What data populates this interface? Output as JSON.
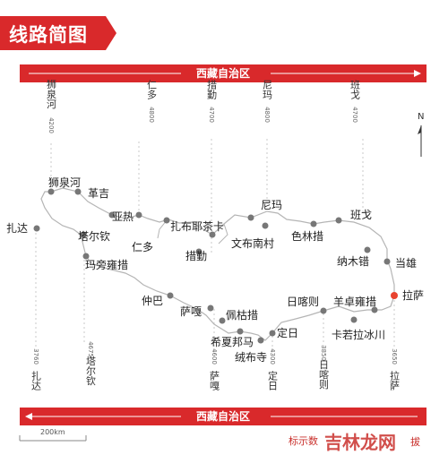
{
  "title": "线路简图",
  "region_top": "西藏自治区",
  "region_bottom": "西藏自治区",
  "scale_label": "200km",
  "compass_label": "N",
  "note_text": "标示数",
  "note_tail": "拔",
  "watermark": "吉林龙网",
  "colors": {
    "accent": "#d9292b",
    "route": "#b5b5b5",
    "dot": "#777777",
    "target": "#e8432f"
  },
  "top_columns": [
    {
      "id": "shiquanhe",
      "name": "狮泉河",
      "alt": "4200"
    },
    {
      "id": "renduo",
      "name": "仁多",
      "alt": "4800"
    },
    {
      "id": "cuoqin",
      "name": "措勤",
      "alt": "4700"
    },
    {
      "id": "nima",
      "name": "尼玛",
      "alt": "4800"
    },
    {
      "id": "bange",
      "name": "班戈",
      "alt": "4700"
    }
  ],
  "bottom_columns": [
    {
      "id": "zhada",
      "name": "扎达",
      "alt": "3760"
    },
    {
      "id": "taerqin",
      "name": "塔尔钦",
      "alt": "4675"
    },
    {
      "id": "saga",
      "name": "萨嘎",
      "alt": "4600"
    },
    {
      "id": "dingri",
      "name": "定日",
      "alt": "4300"
    },
    {
      "id": "rikaze",
      "name": "日喀则",
      "alt": "3850"
    },
    {
      "id": "lasa",
      "name": "拉萨",
      "alt": "3650"
    }
  ],
  "places": [
    {
      "id": "shiquanhe",
      "name": "狮泉河"
    },
    {
      "id": "geji",
      "name": "革吉"
    },
    {
      "id": "zhada",
      "name": "扎达"
    },
    {
      "id": "yare",
      "name": "亚热"
    },
    {
      "id": "taerqin",
      "name": "塔尔钦"
    },
    {
      "id": "renduo",
      "name": "仁多"
    },
    {
      "id": "mapang",
      "name": "玛旁雍措"
    },
    {
      "id": "zhabuye",
      "name": "扎布耶茶卡"
    },
    {
      "id": "cuoqin",
      "name": "措勤"
    },
    {
      "id": "nima",
      "name": "尼玛"
    },
    {
      "id": "wenbu",
      "name": "文布南村"
    },
    {
      "id": "selin",
      "name": "色林措"
    },
    {
      "id": "bange",
      "name": "班戈"
    },
    {
      "id": "namu",
      "name": "纳木错"
    },
    {
      "id": "dangxiong",
      "name": "当雄"
    },
    {
      "id": "lasa",
      "name": "拉萨"
    },
    {
      "id": "zhongba",
      "name": "仲巴"
    },
    {
      "id": "saga",
      "name": "萨嘎"
    },
    {
      "id": "peiku",
      "name": "佩枯措"
    },
    {
      "id": "xixia",
      "name": "希夏邦马"
    },
    {
      "id": "dingri",
      "name": "定日"
    },
    {
      "id": "rongbu",
      "name": "绒布寺"
    },
    {
      "id": "rikaze",
      "name": "日喀则"
    },
    {
      "id": "yangzhuo",
      "name": "羊卓雍措"
    },
    {
      "id": "karuo",
      "name": "卡若拉冰川"
    }
  ]
}
